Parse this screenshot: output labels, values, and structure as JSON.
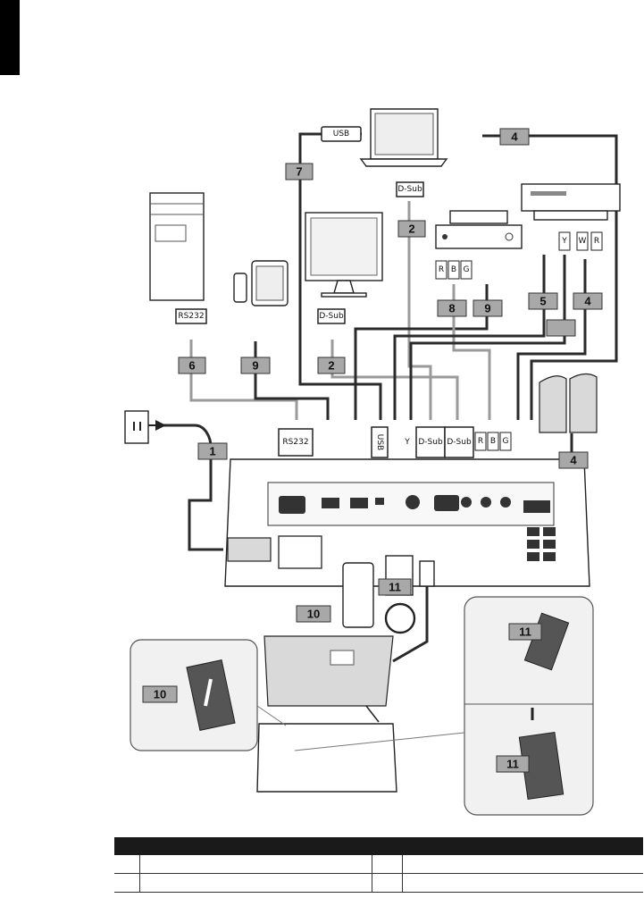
{
  "callouts": [
    "1",
    "2",
    "2",
    "4",
    "4",
    "4",
    "5",
    "6",
    "7",
    "8",
    "9",
    "9",
    "10",
    "11",
    "11",
    "11",
    ""
  ],
  "connectors": {
    "usb": "USB",
    "dsub": "D-Sub",
    "rs232": "RS232",
    "y": "Y",
    "r": "R",
    "b": "B",
    "g": "G",
    "w": "W"
  },
  "legend": {
    "headers": [
      "",
      "",
      "",
      ""
    ],
    "rows": [
      [
        "",
        "",
        "",
        ""
      ],
      [
        "",
        "",
        "",
        ""
      ]
    ]
  }
}
